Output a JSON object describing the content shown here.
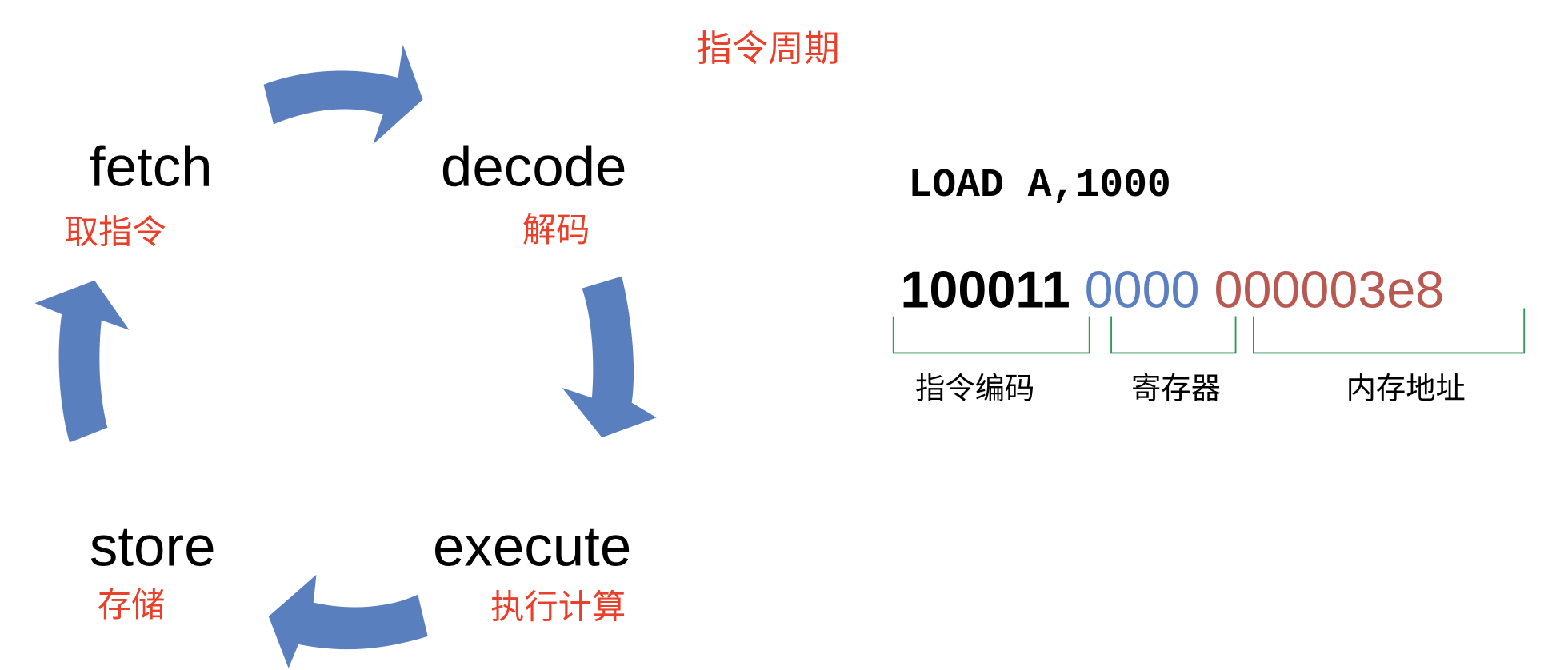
{
  "title": "指令周期",
  "cycle": {
    "fetch": {
      "en": "fetch",
      "cn": "取指令"
    },
    "decode": {
      "en": "decode",
      "cn": "解码"
    },
    "execute": {
      "en": "execute",
      "cn": "执行计算"
    },
    "store": {
      "en": "store",
      "cn": "存储"
    }
  },
  "instruction": {
    "assembly": "LOAD A,1000",
    "opcode": "100011",
    "register": "0000",
    "address": "000003e8",
    "labels": {
      "opcode": "指令编码",
      "register": "寄存器",
      "address": "内存地址"
    }
  },
  "colors": {
    "arrow": "#5a7fbe",
    "red_text": "#e8402a",
    "register": "#5b7fc0",
    "address": "#b85a52",
    "bracket": "#2e9a5a"
  }
}
